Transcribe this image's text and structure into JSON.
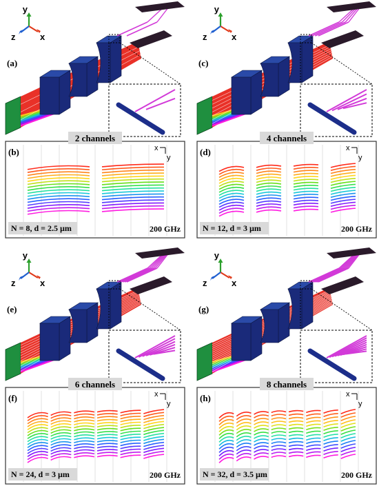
{
  "colors": {
    "beam_outer": "#e8261c",
    "beam_spectrum": [
      "#ff2a1a",
      "#ff8c1a",
      "#ffe01a",
      "#3fe01a",
      "#1ae0d0",
      "#1a6bff",
      "#7a1aff",
      "#ff1ae0"
    ],
    "lens_dark": "#1a2a7a",
    "lens_mid": "#2a4aa8",
    "screen_green": "#1f8f3f",
    "mirror_dark": "#2a1a2a",
    "fiber_pink": "#d23ad8",
    "label_bg": "#d9d9d9"
  },
  "axes_icon": {
    "z": "z",
    "x": "x",
    "y": "y"
  },
  "panels": [
    {
      "id": "top-left",
      "letter_3d": "(a)",
      "letter_pattern": "(b)",
      "channels_label": "2 channels",
      "params": "N = 8, d = 2.5 µm",
      "freq": "200 GHz",
      "spot_x": "x",
      "spot_y": "y",
      "groups": 2,
      "lines_per_group": 16,
      "fibers": 2
    },
    {
      "id": "top-right",
      "letter_3d": "(c)",
      "letter_pattern": "(d)",
      "channels_label": "4 channels",
      "params": "N = 12, d = 3 µm",
      "freq": "200 GHz",
      "spot_x": "x",
      "spot_y": "y",
      "groups": 4,
      "lines_per_group": 16,
      "fibers": 4
    },
    {
      "id": "bottom-left",
      "letter_3d": "(e)",
      "letter_pattern": "(f)",
      "channels_label": "6 channels",
      "params": "N = 24, d = 3 µm",
      "freq": "200 GHz",
      "spot_x": "x",
      "spot_y": "y",
      "groups": 6,
      "lines_per_group": 16,
      "fibers": 6
    },
    {
      "id": "bottom-right",
      "letter_3d": "(g)",
      "letter_pattern": "(h)",
      "channels_label": "8 channels",
      "params": "N = 32, d = 3.5 µm",
      "freq": "200 GHz",
      "spot_x": "x",
      "spot_y": "y",
      "groups": 8,
      "lines_per_group": 14,
      "fibers": 8
    }
  ]
}
